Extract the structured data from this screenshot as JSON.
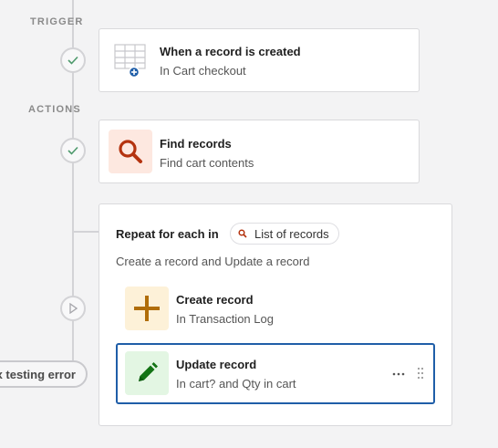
{
  "sections": {
    "trigger": "TRIGGER",
    "actions": "ACTIONS"
  },
  "trigger_step": {
    "title": "When a record is created",
    "subtitle": "In Cart checkout"
  },
  "find_step": {
    "title": "Find records",
    "subtitle": "Find cart contents"
  },
  "repeat_block": {
    "title": "Repeat for each in",
    "source_pill": "List of records",
    "description": "Create a record and Update a record",
    "steps": [
      {
        "title": "Create record",
        "subtitle": "In Transaction Log"
      },
      {
        "title": "Update record",
        "subtitle": "In cart? and Qty in cart"
      }
    ]
  },
  "error_button": "ix testing error",
  "colors": {
    "find_tile_bg": "#fde8e0",
    "find_icon": "#b4330f",
    "create_tile_bg": "#fdf1d8",
    "create_icon": "#b06d09",
    "update_tile_bg": "#e3f6e3",
    "update_icon": "#137315",
    "selected_border": "#1f5ea8"
  },
  "icons": {
    "trigger": "table-plus-icon",
    "find": "search-icon",
    "create": "plus-icon",
    "update": "pencil-icon"
  }
}
